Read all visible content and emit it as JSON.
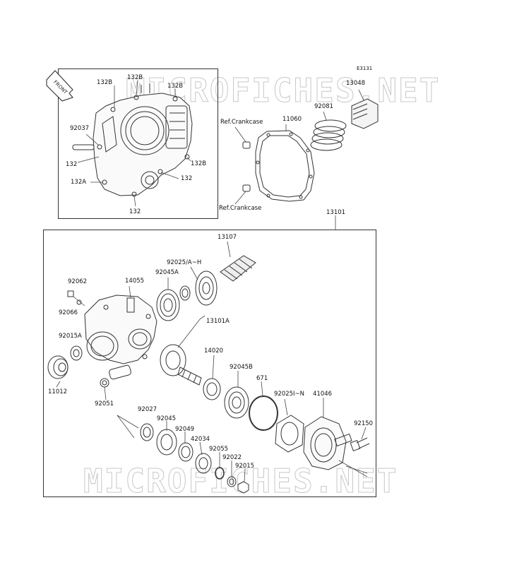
{
  "diagram": {
    "code": "E3131",
    "front_label": "FRONT",
    "watermark": "MICROFICHES.NET",
    "labels": [
      {
        "id": "l132b_1",
        "text": "132B"
      },
      {
        "id": "l132b_2",
        "text": "132B"
      },
      {
        "id": "l132b_3",
        "text": "132B"
      },
      {
        "id": "l92037",
        "text": "92037"
      },
      {
        "id": "l132_1",
        "text": "132"
      },
      {
        "id": "l132b_4",
        "text": "132B"
      },
      {
        "id": "l132a",
        "text": "132A"
      },
      {
        "id": "l132_2",
        "text": "132"
      },
      {
        "id": "l132_3",
        "text": "132"
      },
      {
        "id": "lrefcc_1",
        "text": "Ref.Crankcase"
      },
      {
        "id": "l11060",
        "text": "11060"
      },
      {
        "id": "l92081",
        "text": "92081"
      },
      {
        "id": "l13048",
        "text": "13048"
      },
      {
        "id": "lrefcc_2",
        "text": "Ref.Crankcase"
      },
      {
        "id": "l13101",
        "text": "13101"
      },
      {
        "id": "l13107",
        "text": "13107"
      },
      {
        "id": "l92025ah",
        "text": "92025/A~H"
      },
      {
        "id": "l92045a",
        "text": "92045A"
      },
      {
        "id": "l14055",
        "text": "14055"
      },
      {
        "id": "l92062",
        "text": "92062"
      },
      {
        "id": "l92066",
        "text": "92066"
      },
      {
        "id": "l13101a",
        "text": "13101A"
      },
      {
        "id": "l92015a",
        "text": "92015A"
      },
      {
        "id": "l14020",
        "text": "14020"
      },
      {
        "id": "l92045b",
        "text": "92045B"
      },
      {
        "id": "l11012",
        "text": "11012"
      },
      {
        "id": "l671",
        "text": "671"
      },
      {
        "id": "l92051",
        "text": "92051"
      },
      {
        "id": "l92025in",
        "text": "92025I~N"
      },
      {
        "id": "l41046",
        "text": "41046"
      },
      {
        "id": "l92027",
        "text": "92027"
      },
      {
        "id": "l92045",
        "text": "92045"
      },
      {
        "id": "l92049",
        "text": "92049"
      },
      {
        "id": "l42034",
        "text": "42034"
      },
      {
        "id": "l92150",
        "text": "92150"
      },
      {
        "id": "l92055",
        "text": "92055"
      },
      {
        "id": "l92022",
        "text": "92022"
      },
      {
        "id": "l92015",
        "text": "92015"
      }
    ]
  }
}
